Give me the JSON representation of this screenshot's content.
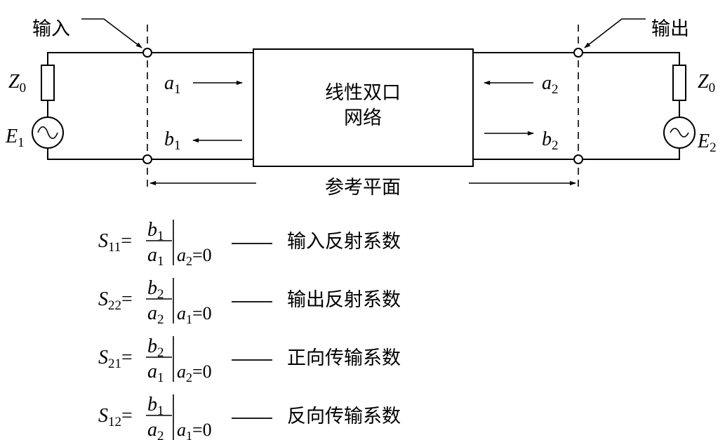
{
  "diagram": {
    "input_label": "输入",
    "output_label": "输出",
    "network_line1": "线性双口",
    "network_line2": "网络",
    "reference_plane": "参考平面",
    "left_impedance": {
      "main": "Z",
      "sub": "0"
    },
    "right_impedance": {
      "main": "Z",
      "sub": "0"
    },
    "left_source": {
      "main": "E",
      "sub": "1"
    },
    "right_source": {
      "main": "E",
      "sub": "2"
    },
    "wave_a1": {
      "main": "a",
      "sub": "1"
    },
    "wave_b1": {
      "main": "b",
      "sub": "1"
    },
    "wave_a2": {
      "main": "a",
      "sub": "2"
    },
    "wave_b2": {
      "main": "b",
      "sub": "2"
    }
  },
  "formulas": [
    {
      "s": "S",
      "s_sub": "11",
      "eq": "=",
      "num": "b",
      "num_sub": "1",
      "den": "a",
      "den_sub": "1",
      "cond": "a",
      "cond_sub": "2",
      "cond_eq": "=0",
      "desc": "输入反射系数"
    },
    {
      "s": "S",
      "s_sub": "22",
      "eq": "=",
      "num": "b",
      "num_sub": "2",
      "den": "a",
      "den_sub": "2",
      "cond": "a",
      "cond_sub": "1",
      "cond_eq": "=0",
      "desc": "输出反射系数"
    },
    {
      "s": "S",
      "s_sub": "21",
      "eq": "=",
      "num": "b",
      "num_sub": "2",
      "den": "a",
      "den_sub": "1",
      "cond": "a",
      "cond_sub": "2",
      "cond_eq": "=0",
      "desc": "正向传输系数"
    },
    {
      "s": "S",
      "s_sub": "12",
      "eq": "=",
      "num": "b",
      "num_sub": "1",
      "den": "a",
      "den_sub": "2",
      "cond": "a",
      "cond_sub": "1",
      "cond_eq": "=0",
      "desc": "反向传输系数"
    }
  ]
}
